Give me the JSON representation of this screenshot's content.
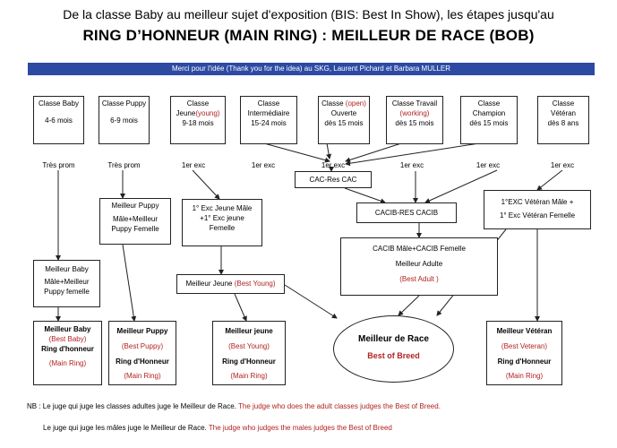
{
  "title_line1": "De la classe Baby au meilleur sujet d'exposition (BIS: Best In Show), les étapes jusqu'au",
  "title_line2": "RING D’HONNEUR  (MAIN RING) : MEILLEUR DE RACE (BOB)",
  "banner": "Merci pour l'idée (Thank you for the idea) au SKG, Laurent Pichard et Barbara MULLER",
  "classes": [
    {
      "line1": "Classe Baby",
      "line1_red": "",
      "line2": "",
      "line2_red": "",
      "age": "4-6 mois"
    },
    {
      "line1": "Classe Puppy",
      "line1_red": "",
      "line2": "",
      "line2_red": "",
      "age": "6-9 mois"
    },
    {
      "line1": "Classe",
      "line1_red": "",
      "line2": "Jeune",
      "line2_red": "(young)",
      "age": "9-18 mois"
    },
    {
      "line1": "Classe",
      "line1_red": "",
      "line2": "Intermédiaire",
      "line2_red": "",
      "age": "15-24 mois"
    },
    {
      "line1": "Classe ",
      "line1_red": "(open)",
      "line2": "Ouverte",
      "line2_red": "",
      "age": "dès 15 mois"
    },
    {
      "line1": "Classe Travail",
      "line1_red": "",
      "line2": "",
      "line2_red": "(working)",
      "age": "dès 15 mois"
    },
    {
      "line1": "Classe",
      "line1_red": "",
      "line2": "Champion",
      "line2_red": "",
      "age": "dès 15 mois"
    },
    {
      "line1": "Classe",
      "line1_red": "",
      "line2": "Vétéran",
      "line2_red": "",
      "age": "dès 8 ans"
    }
  ],
  "results": [
    "Très prom",
    "Très prom",
    "1er exc",
    "1er exc",
    "1er exc",
    "1er exc",
    "1er exc",
    "1er exc"
  ],
  "cac": "CAC-Res CAC",
  "cacib": "CACIB-RES CACIB",
  "meilleur_puppy": {
    "l1": "Meilleur Puppy",
    "l2": "Mâle+Meilleur",
    "l3": "Puppy Femelle"
  },
  "exc_jeune": {
    "l1": "1° Exc Jeune Mâle",
    "l2": "+1° Exc jeune",
    "l3": "Femelle"
  },
  "exc_veteran": {
    "l1": "1°EXC Vétéran Mâle +",
    "l2": "1° Exc Vétéran Femelle"
  },
  "cacib_male_femelle": {
    "l1": "CACIB Mâle+CACIB Femelle",
    "l2": "Meilleur Adulte",
    "l3": "(Best Adult  )"
  },
  "meilleur_baby": {
    "l1": "Meilleur Baby",
    "l2": "Mâle+Meilleur",
    "l3": "Puppy femelle"
  },
  "meilleur_jeune": {
    "text": "Meilleur Jeune ",
    "red": "(Best Young)"
  },
  "finals": [
    {
      "name": "Meilleur Baby",
      "best": "(Best Baby)",
      "ring": "Ring d'honneur",
      "main": "(Main Ring)"
    },
    {
      "name": "Meilleur Puppy",
      "best": "(Best  Puppy)",
      "ring": "Ring d'Honneur",
      "main": "(Main Ring)"
    },
    {
      "name": "Meilleur jeune",
      "best": "(Best Young)",
      "ring": "Ring d'Honneur",
      "main": "(Main Ring)"
    },
    {
      "name": "Meilleur Vétéran",
      "best": "(Best Veteran)",
      "ring": "Ring d'Honneur",
      "main": "(Main Ring)"
    }
  ],
  "bob": {
    "name": "Meilleur de Race",
    "best": "Best of Breed"
  },
  "note1": {
    "fr": "NB : Le juge qui juge les classes adultes juge le Meilleur de Race.",
    "en": " The judge who does the adult classes judges the Best of Breed."
  },
  "note2": {
    "fr": "Le juge qui juge les mâles juge le Meilleur de Race.",
    "en": "  The judge who judges the males judges the Best of Breed"
  },
  "colors": {
    "banner": "#2d4aa3",
    "red": "#b22222"
  }
}
